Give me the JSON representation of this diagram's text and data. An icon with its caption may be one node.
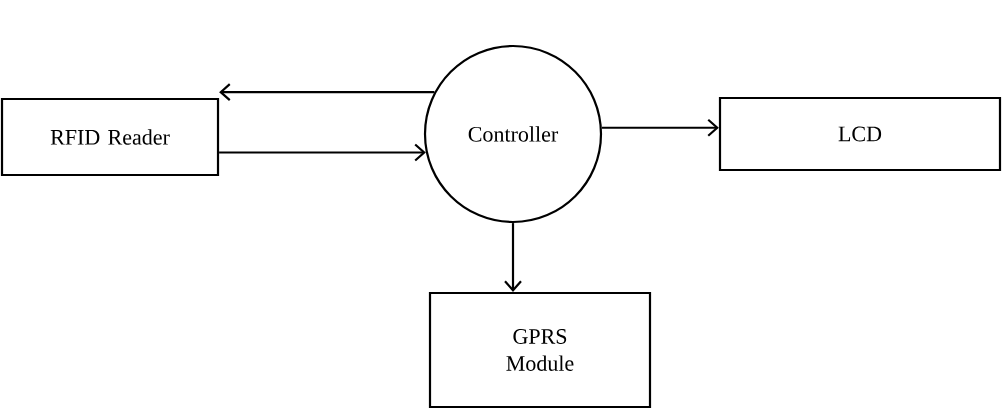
{
  "diagram": {
    "nodes": [
      {
        "text": [
          "RFID Reader"
        ]
      },
      {
        "text": [
          "Controller"
        ]
      },
      {
        "text": [
          "LCD"
        ]
      },
      {
        "text": [
          "GPRS Module"
        ]
      }
    ],
    "edges": [
      {
        "from": 1,
        "to": 0,
        "arrow": "to"
      },
      {
        "from": 0,
        "to": 1,
        "arrow": "to"
      },
      {
        "from": 1,
        "to": 2,
        "arrow": "to"
      },
      {
        "from": 1,
        "to": 3,
        "arrow": "to"
      }
    ]
  }
}
